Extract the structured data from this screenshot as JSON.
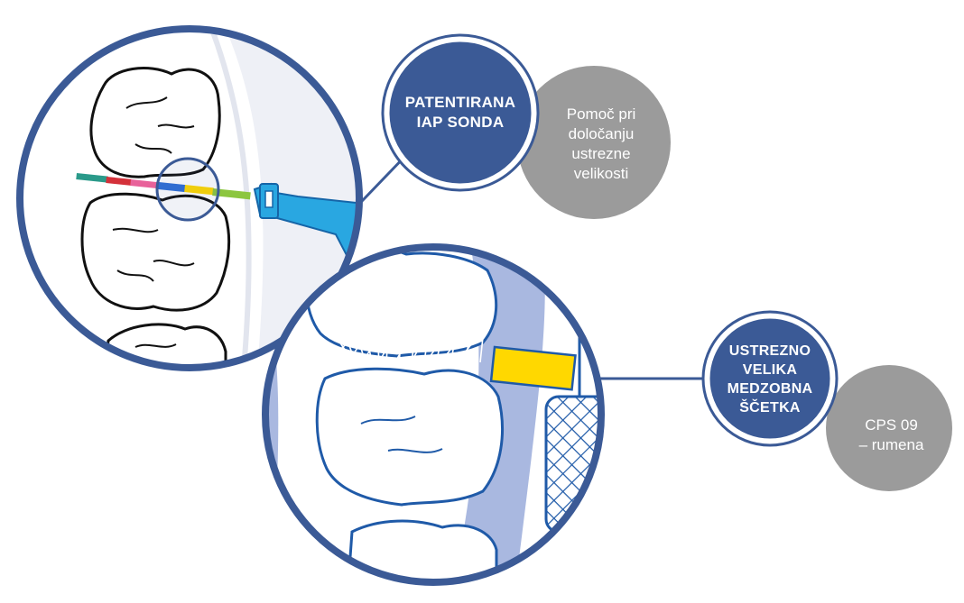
{
  "colors": {
    "ring": "#3b5a96",
    "badge": "#3b5a96",
    "grey_badge": "#9b9b9b",
    "probe_blue": "#29a7e1",
    "brush_yellow": "#ffd800",
    "gum_blue": "#a9b8e0"
  },
  "callouts": {
    "probe": {
      "title": "PATENTIRANA\nIAP SONDA",
      "detail": "Pomoč pri\ndoločanju\nustrezne\nvelikosti"
    },
    "brush": {
      "title": "USTREZNO\nVELIKA\nMEDZOBNA\nŠČETKA",
      "detail": "CPS 09\n– rumena"
    }
  }
}
